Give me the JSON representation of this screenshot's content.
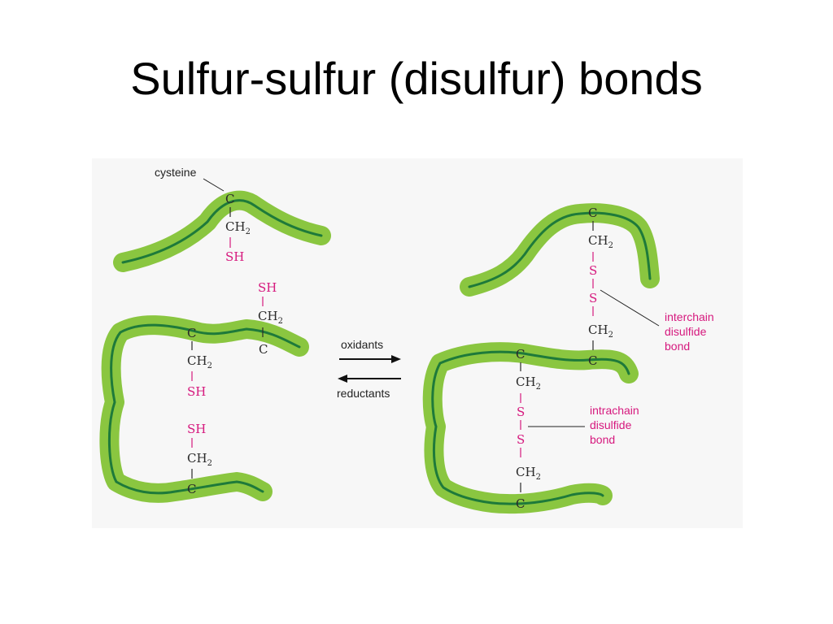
{
  "title": "Sulfur-sulfur (disulfur) bonds",
  "figure": {
    "colors": {
      "chain_halo": "#8ac640",
      "chain_core": "#1e7a3a",
      "sulfur": "#d6197e",
      "carbon": "#2a2a2a",
      "background": "#f7f7f7"
    },
    "labels": {
      "cysteine": "cysteine",
      "oxidants": "oxidants",
      "reductants": "reductants",
      "interchain": [
        "interchain",
        "disulfide",
        "bond"
      ],
      "intrachain": [
        "intrachain",
        "disulfide",
        "bond"
      ]
    },
    "atoms": {
      "c": "C",
      "ch": "CH",
      "two": "2",
      "sh": "SH",
      "s": "S",
      "bond": "|"
    }
  }
}
